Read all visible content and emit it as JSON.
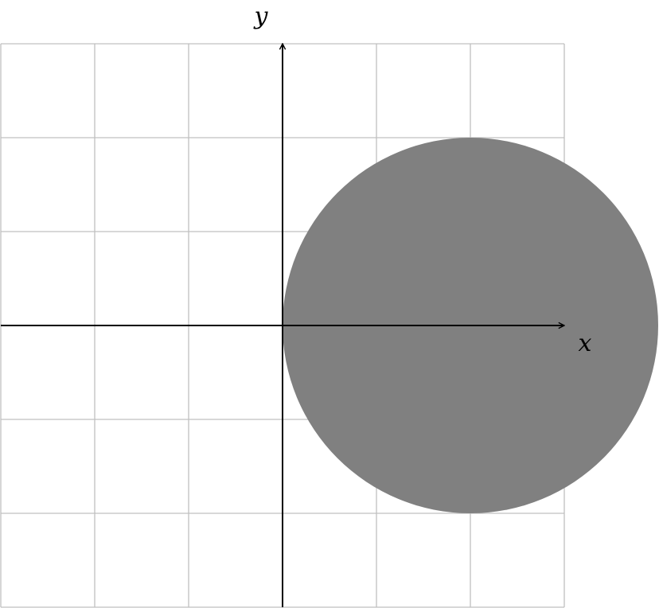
{
  "diagram": {
    "type": "coordinate-plane",
    "x_axis_label": "x",
    "y_axis_label": "y",
    "grid": true,
    "grid_range": {
      "x": [
        -3,
        3
      ],
      "y": [
        -3,
        3
      ]
    },
    "grid_step": 1,
    "axis_range": {
      "x": [
        -3,
        3
      ],
      "y": [
        -3,
        3
      ]
    },
    "disk": {
      "center": [
        2,
        0
      ],
      "radius": 2,
      "fill": "#808080"
    },
    "colors": {
      "grid": "#c0c0c0",
      "axes": "#000000",
      "background": "#ffffff"
    }
  }
}
